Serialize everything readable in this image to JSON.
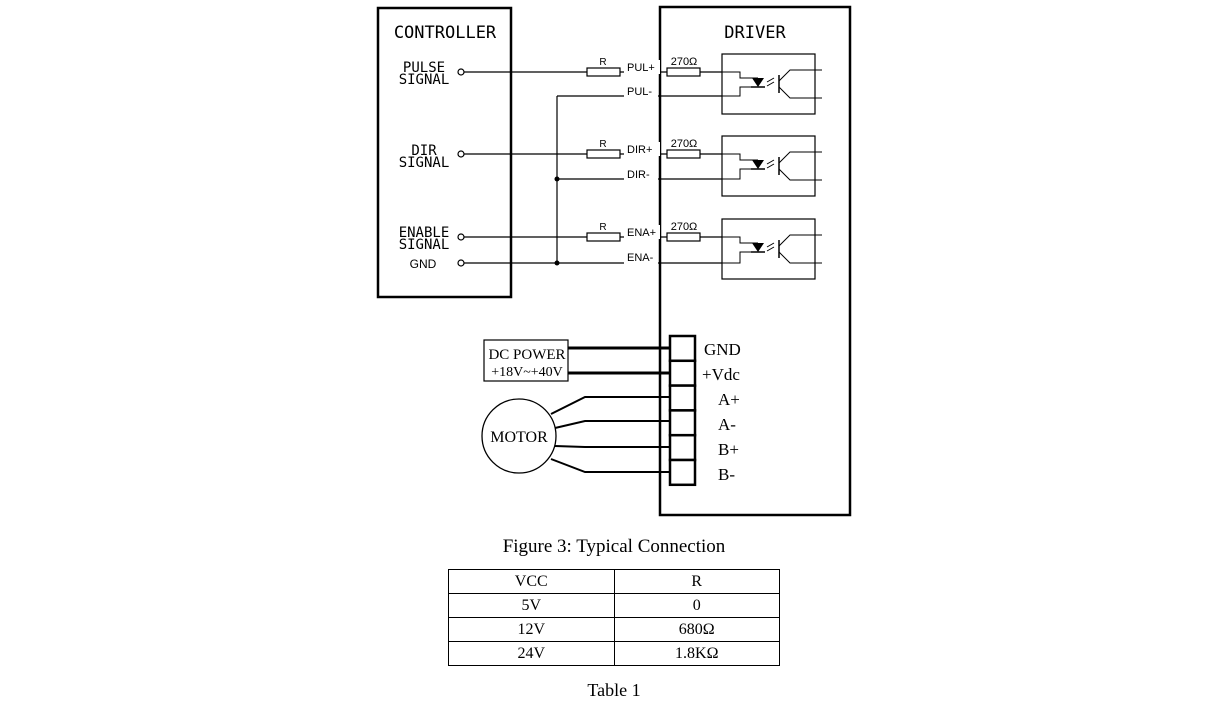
{
  "controller": {
    "title": "CONTROLLER",
    "pulse_line1": "PULSE",
    "pulse_line2": "SIGNAL",
    "dir_line1": "DIR",
    "dir_line2": "SIGNAL",
    "enable_line1": "ENABLE",
    "enable_line2": "SIGNAL",
    "gnd": "GND"
  },
  "driver": {
    "title": "DRIVER",
    "pul_plus": "PUL+",
    "pul_minus": "PUL-",
    "dir_plus": "DIR+",
    "dir_minus": "DIR-",
    "ena_plus": "ENA+",
    "ena_minus": "ENA-",
    "r_label": "R",
    "resistor_value": "270Ω",
    "terminals": [
      "GND",
      "+Vdc",
      "A+",
      "A-",
      "B+",
      "B-"
    ]
  },
  "power": {
    "line1": "DC POWER",
    "line2": "+18V~+40V"
  },
  "motor": {
    "label": "MOTOR"
  },
  "figure_caption": "Figure 3: Typical Connection",
  "table": {
    "headers": [
      "VCC",
      "R"
    ],
    "rows": [
      [
        "5V",
        "0"
      ],
      [
        "12V",
        "680Ω"
      ],
      [
        "24V",
        "1.8KΩ"
      ]
    ]
  },
  "table_caption": "Table 1"
}
